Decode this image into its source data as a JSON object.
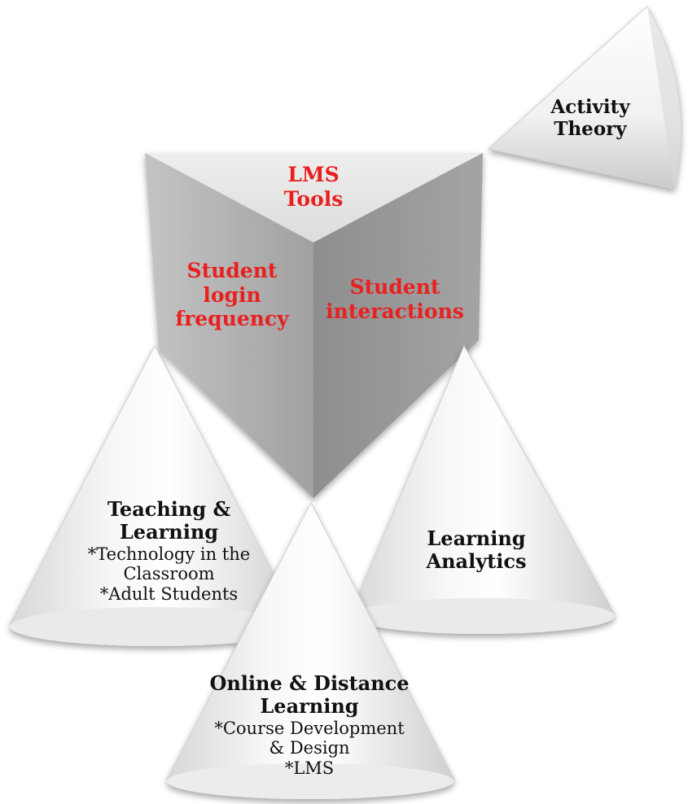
{
  "prism": {
    "top_label": "LMS\nTools",
    "left_face_label": "Student\nlogin\nfrequency",
    "right_face_label": "Student\ninteractions"
  },
  "cones": {
    "activity_theory": {
      "title": "Activity\nTheory"
    },
    "teaching_learning": {
      "title": "Teaching &\nLearning",
      "items": [
        "*Technology in the\nClassroom",
        "*Adult Students"
      ]
    },
    "learning_analytics": {
      "title": "Learning\nAnalytics"
    },
    "online_distance": {
      "title": "Online & Distance\nLearning",
      "items": [
        "*Course Development\n& Design",
        "*LMS"
      ]
    }
  },
  "colors": {
    "prism_label": "#e8201f",
    "cone_label": "#111111",
    "prism_left_face": "#a9a9a9",
    "prism_right_face": "#979797",
    "prism_top": "#e9e9e9",
    "cone_base": "#f6f6f6"
  }
}
